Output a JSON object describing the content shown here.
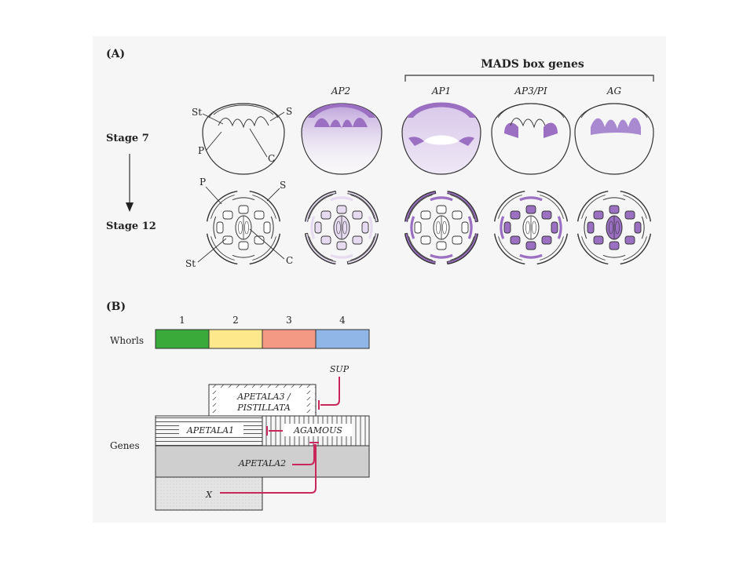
{
  "panel_a": {
    "label": "(A)",
    "mads_label": "MADS box genes",
    "stage_top": "Stage 7",
    "stage_bottom": "Stage 12",
    "column_headers": [
      "AP2",
      "AP1",
      "AP3/PI",
      "AG"
    ],
    "organ_labels": {
      "sepal": "S",
      "petal": "P",
      "stamen": "St",
      "carpel": "C"
    }
  },
  "panel_b": {
    "label": "(B)",
    "whorls_label": "Whorls",
    "whorl_numbers": [
      "1",
      "2",
      "3",
      "4"
    ],
    "whorl_colors": [
      "#3aaa3a",
      "#fde88c",
      "#f49a84",
      "#8fb6e6"
    ],
    "genes_label": "Genes",
    "genes": {
      "sup": "SUP",
      "ap3_line1": "APETALA3 /",
      "ap3_line2": "PISTILLATA",
      "ap1": "APETALA1",
      "ag": "AGAMOUS",
      "ap2": "APETALA2",
      "x": "X"
    },
    "inhibit_color": "#c8285a"
  },
  "colors": {
    "purple": "#9b6fc2",
    "purple_light": "#e6dbf0",
    "gray": "#cfcfcf",
    "gray_light": "#e3e3e3"
  }
}
